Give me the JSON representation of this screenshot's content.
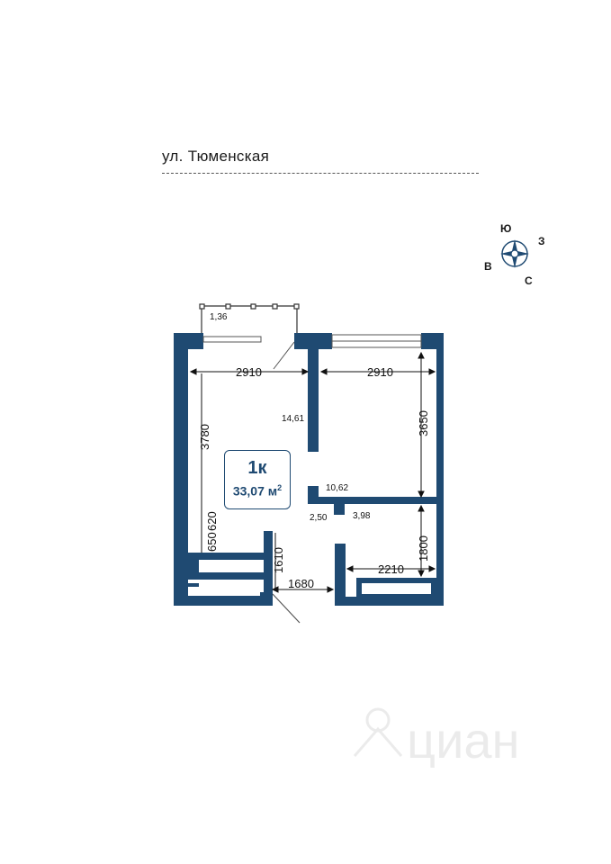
{
  "street": "ул. Тюменская",
  "compass": {
    "north": "Ю",
    "east": "З",
    "south": "С",
    "west": "В"
  },
  "apartment": {
    "type": "1к",
    "area": "33,07",
    "area_unit": "м",
    "area_exp": "2"
  },
  "dimensions": {
    "top_left_width": "2910",
    "top_right_width": "2910",
    "left_height": "3780",
    "right_room_height": "3650",
    "left_620": "620",
    "left_650": "650",
    "hall_1610": "1610",
    "hall_width": "1680",
    "bath_width": "2210",
    "bath_height": "1800"
  },
  "room_areas": {
    "balcony": "1,36",
    "living": "14,61",
    "kitchen": "10,62",
    "wc": "2,50",
    "bath": "3,98"
  },
  "watermark": "циан",
  "colors": {
    "wall": "#1f4a72",
    "accent": "#1f4a72",
    "dim_line": "#111111"
  }
}
